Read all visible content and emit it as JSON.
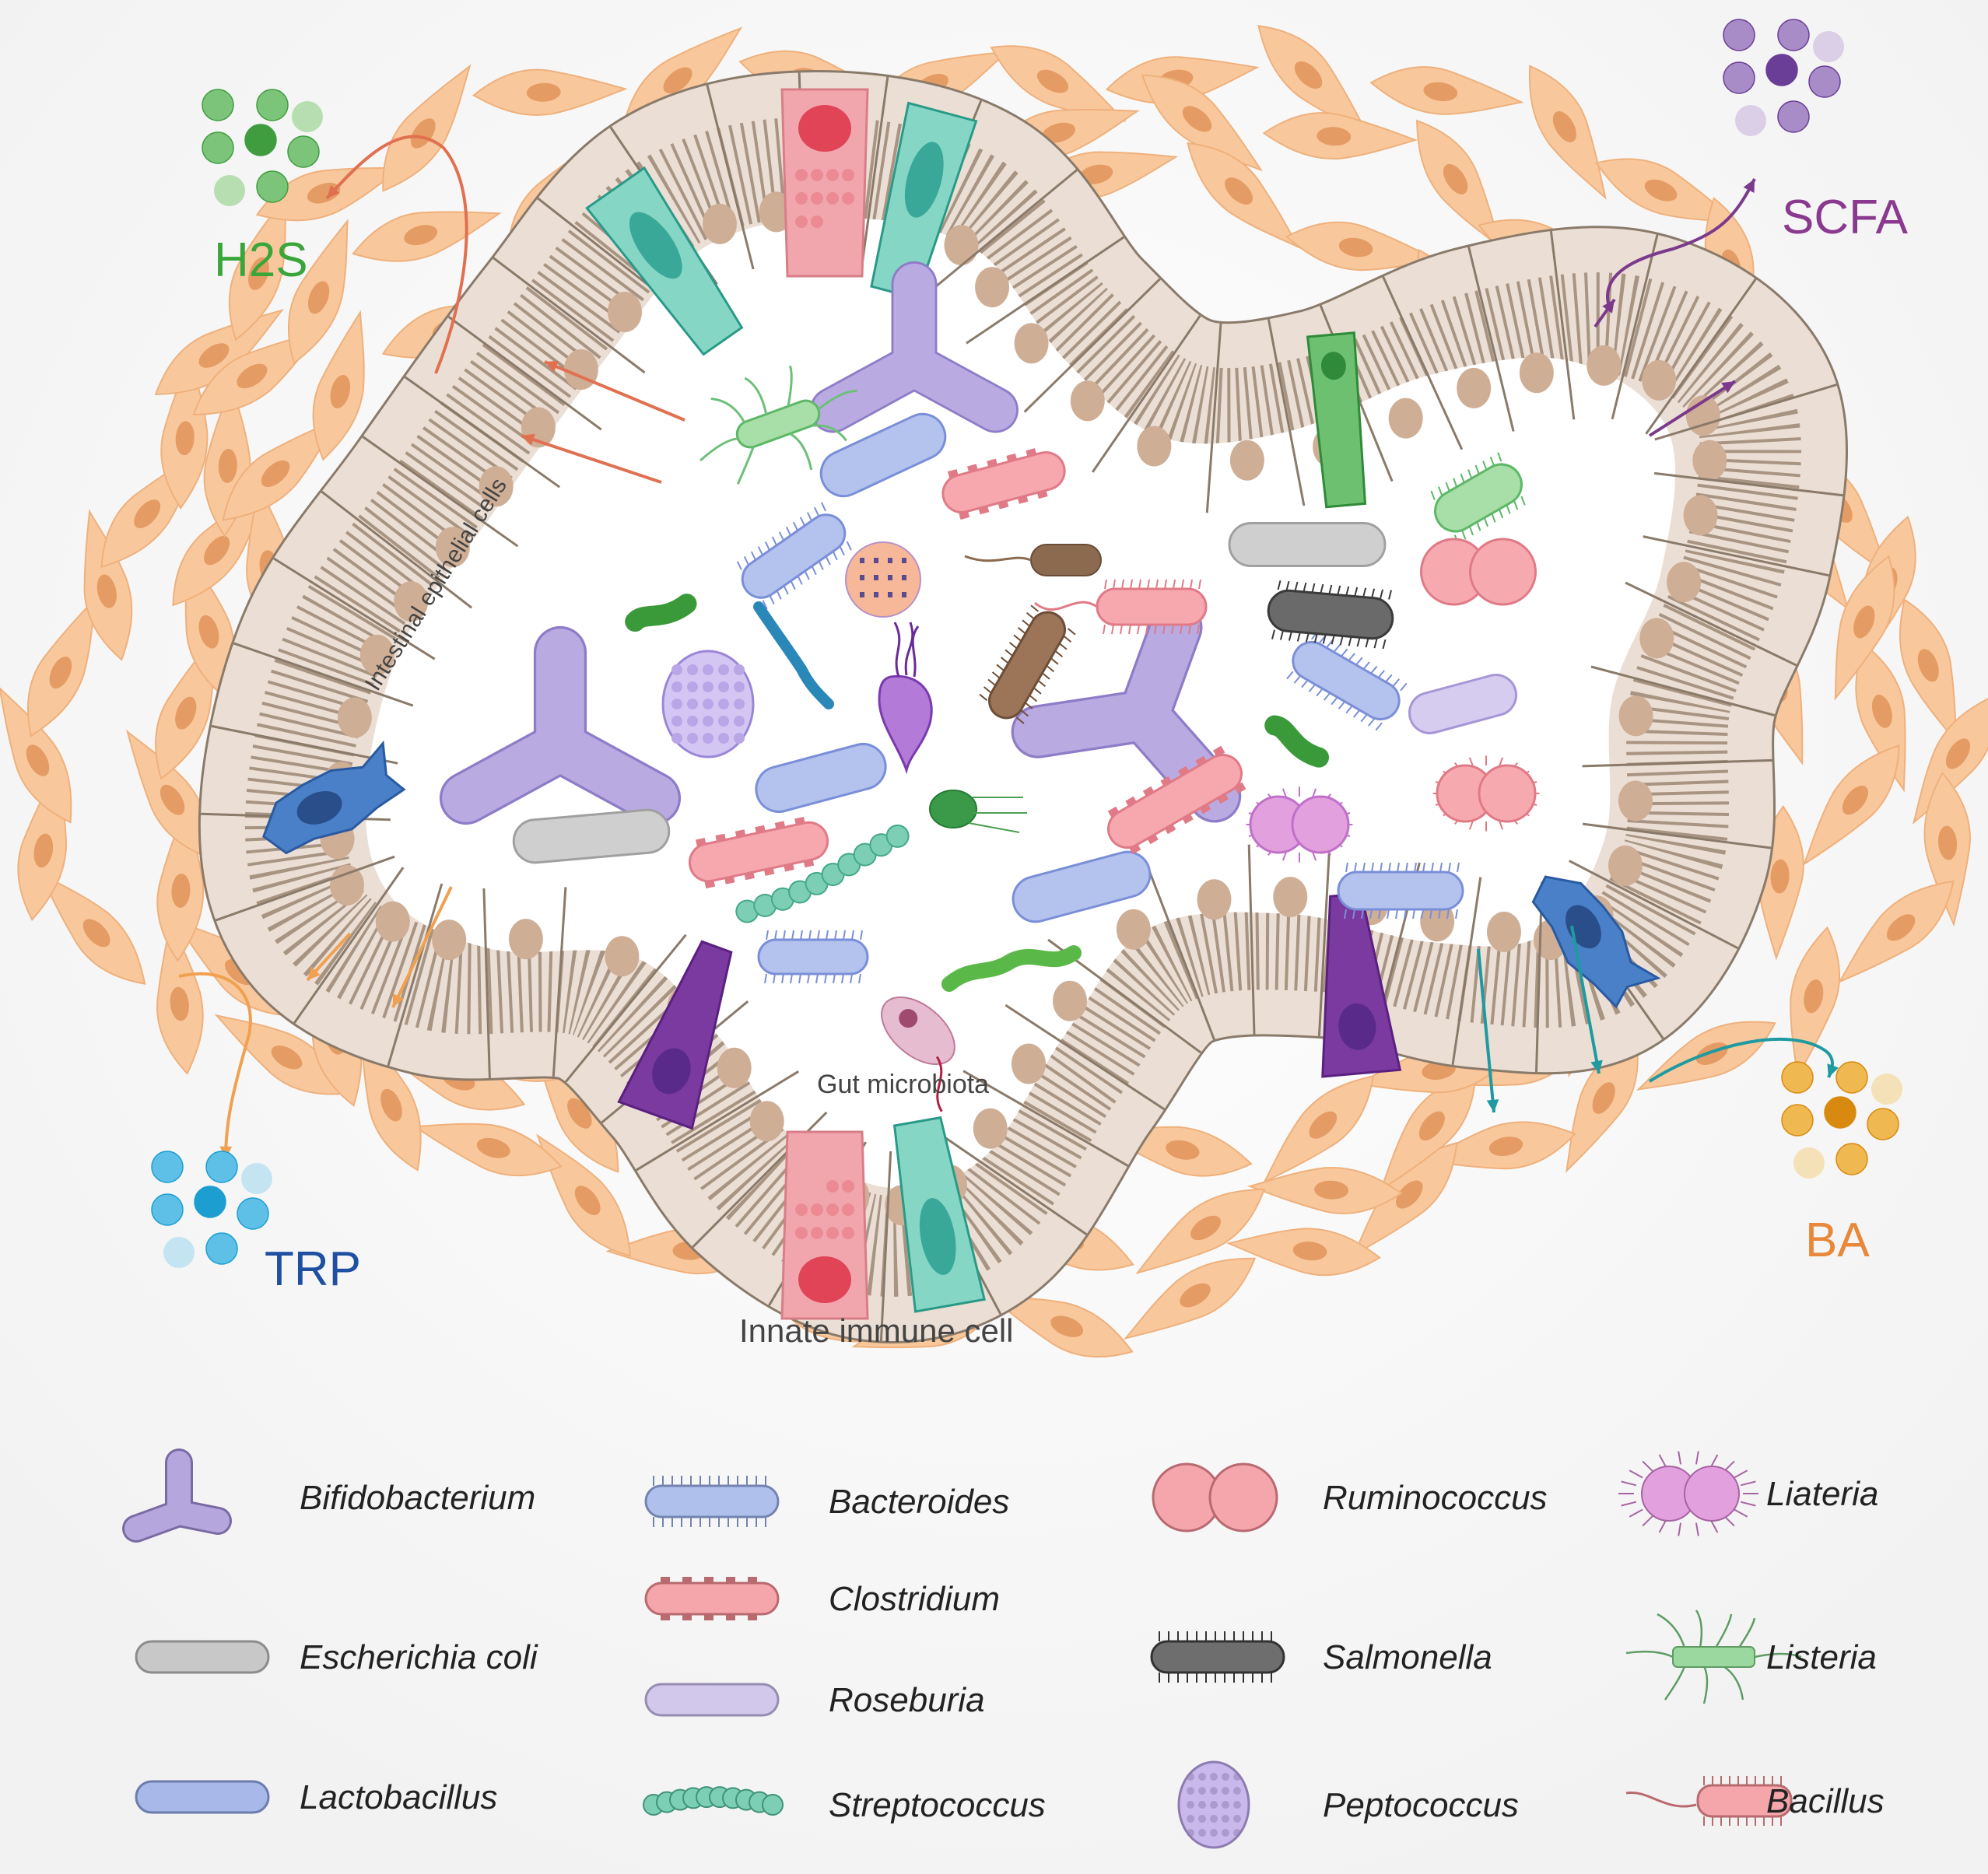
{
  "figure": {
    "type": "biological-diagram",
    "subject": "gut lumen, intestinal epithelium and gut microbiota with microbial metabolites"
  },
  "annotations": {
    "epithelium": "Intestinal epithelial cells",
    "microbiota": "Gut microbiota",
    "immune": "Innate immune cell"
  },
  "metabolites": [
    {
      "id": "h2s",
      "label": "H2S",
      "color": "#3aa63a",
      "dot_light": "#a8d8a0",
      "dot_mid": "#7cc47a",
      "dot_dark": "#3f9d3f",
      "arrow_color": "#e07050",
      "position": "top-left"
    },
    {
      "id": "scfa",
      "label": "SCFA",
      "color": "#8a3a8e",
      "dot_light": "#d4c4e4",
      "dot_mid": "#a88cc8",
      "dot_dark": "#6a3d96",
      "arrow_color": "#7b3a8c",
      "position": "top-right"
    },
    {
      "id": "trp",
      "label": "TRP",
      "color": "#1e4fa0",
      "dot_light": "#b8e0f0",
      "dot_mid": "#5ec0e6",
      "dot_dark": "#1c9ed0",
      "arrow_color": "#f0a050",
      "position": "bottom-left"
    },
    {
      "id": "ba",
      "label": "BA",
      "color": "#e8883a",
      "dot_light": "#f4dca8",
      "dot_mid": "#f0b850",
      "dot_dark": "#d88a10",
      "arrow_color": "#1e9aa0",
      "position": "bottom-right"
    }
  ],
  "colors": {
    "fibroblast": "#f8c89c",
    "fibroblast_nucleus": "#e59c64",
    "epithelium": "#ebdfd5",
    "epithelium_stroke": "#8a7a6a",
    "epithelium_nucleus": "#cfae96",
    "goblet": "#f0a6ac",
    "goblet_nucleus": "#e04456",
    "teal_cell": "#86d6c6",
    "teal_nucleus": "#3aa898",
    "purple_cell": "#7a3aa0",
    "dendritic": "#4a80c8"
  },
  "legend": {
    "columns": [
      [
        {
          "name": "Bifidobacterium",
          "icon": "y-shape",
          "color": "#b6a6de"
        },
        {
          "name": "Escherichia coli",
          "icon": "rod",
          "color": "#c8c8c8"
        },
        {
          "name": "Lactobacillus",
          "icon": "rod",
          "color": "#a8b8e8"
        }
      ],
      [
        {
          "name": "Bacteroides",
          "icon": "rod-fimbriae",
          "color": "#b0c0ec"
        },
        {
          "name": "Clostridium",
          "icon": "rod-knobbed",
          "color": "#f4a6aa"
        },
        {
          "name": "Roseburia",
          "icon": "rod",
          "color": "#d2c8ec"
        },
        {
          "name": "Streptococcus",
          "icon": "chain",
          "color": "#7ccfb4"
        }
      ],
      [
        {
          "name": "Ruminococcus",
          "icon": "diplococcus",
          "color": "#f5a5ac"
        },
        {
          "name": "Salmonella",
          "icon": "rod-fimbriae",
          "color": "#6e6e6e"
        },
        {
          "name": "Peptococcus",
          "icon": "coccus-pattern",
          "color": "#c8b8ec"
        }
      ],
      [
        {
          "name": "Liateria",
          "icon": "diplococcus-spiky",
          "color": "#e2a0de"
        },
        {
          "name": "Listeria",
          "icon": "rod-flagella",
          "color": "#9ad8a0"
        },
        {
          "name": "Bacillus",
          "icon": "rod-tail",
          "color": "#f4a6aa"
        }
      ]
    ]
  }
}
